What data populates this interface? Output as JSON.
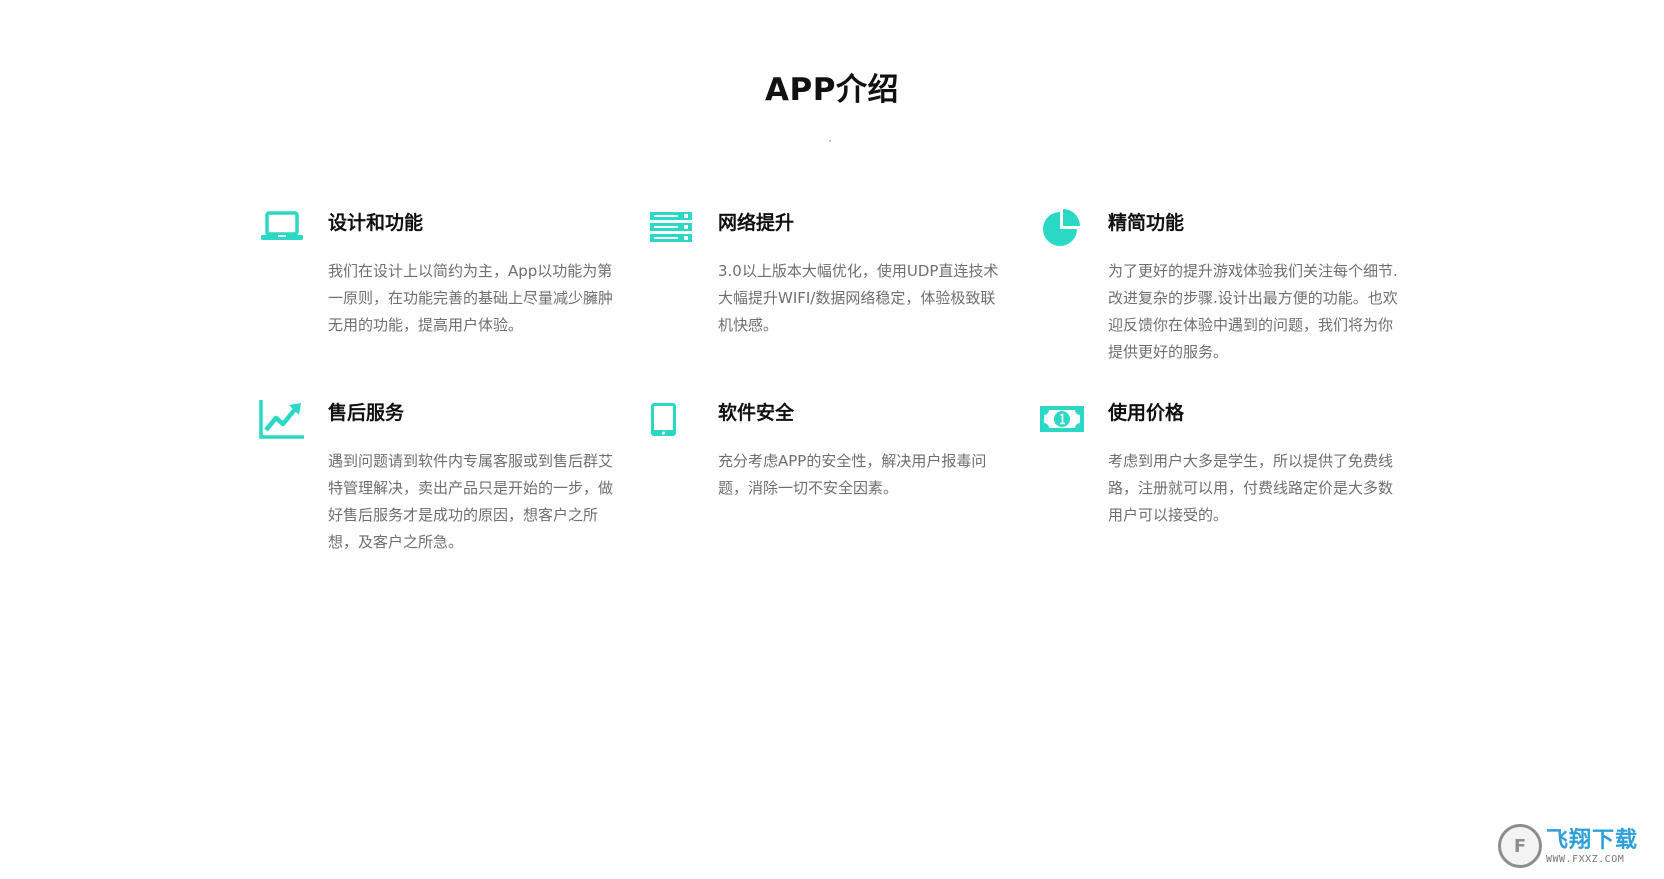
{
  "page": {
    "title": "APP介绍"
  },
  "colors": {
    "accent": "#2ad9c5",
    "title_text": "#111111",
    "desc_text": "#6f6f6f"
  },
  "features": [
    {
      "icon": "laptop-icon",
      "title": "设计和功能",
      "desc": "我们在设计上以简约为主，App以功能为第一原则，在功能完善的基础上尽量减少臃肿无用的功能，提高用户体验。"
    },
    {
      "icon": "server-icon",
      "title": "网络提升",
      "desc": "3.0以上版本大幅优化，使用UDP直连技术大幅提升WIFI/数据网络稳定，体验极致联机快感。"
    },
    {
      "icon": "pie-chart-icon",
      "title": "精简功能",
      "desc": "为了更好的提升游戏体验我们关注每个细节.改进复杂的步骤.设计出最方便的功能。也欢迎反馈你在体验中遇到的问题，我们将为你提供更好的服务。"
    },
    {
      "icon": "trending-up-icon",
      "title": "售后服务",
      "desc": "遇到问题请到软件内专属客服或到售后群艾特管理解决，卖出产品只是开始的一步，做好售后服务才是成功的原因，想客户之所想，及客户之所急。"
    },
    {
      "icon": "tablet-icon",
      "title": "软件安全",
      "desc": "充分考虑APP的安全性，解决用户报毒问题，消除一切不安全因素。"
    },
    {
      "icon": "money-icon",
      "title": "使用价格",
      "desc": "考虑到用户大多是学生，所以提供了免费线路，注册就可以用，付费线路定价是大多数用户可以接受的。"
    }
  ],
  "watermark": {
    "logo_letter": "F",
    "name": "飞翔下载",
    "url": "WWW.FXXZ.COM"
  }
}
